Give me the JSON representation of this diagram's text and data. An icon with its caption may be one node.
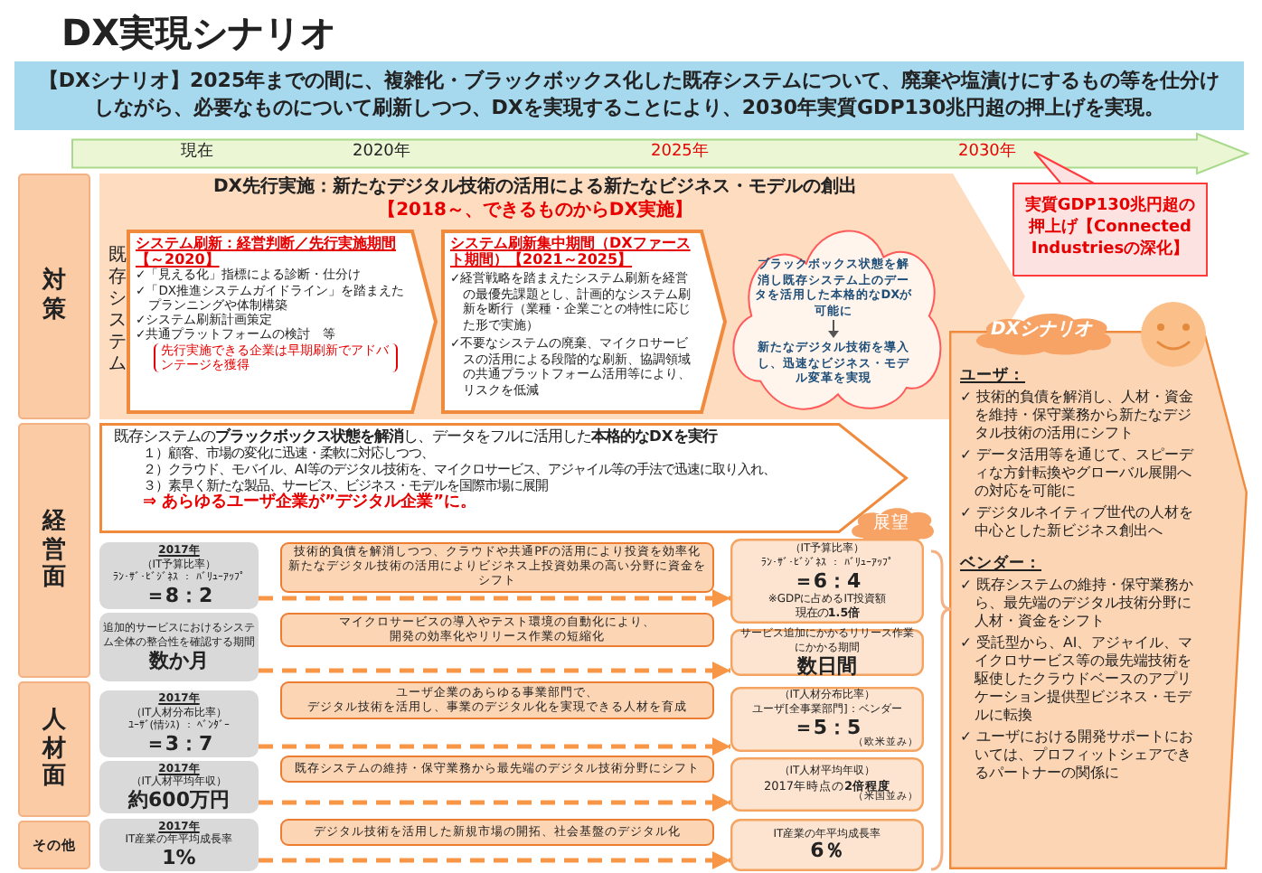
{
  "diagram": {
    "title": "DX実現シナリオ",
    "nodes": [
      {
        "text": [
          "【DXシナリオ】2025年までの間に、**複雑化・ブラックボックス化した既存システム**について、**廃棄や塩漬けにするもの等を仕分けしながら、必要なものについて刷新**しつつ、**DXを実現**することにより、2030年**実質GDP130兆円超の押上げ**を実現。"
        ]
      },
      {
        "text": [
          "現在",
          "2020年",
          "2025年",
          "2030年"
        ]
      },
      {
        "text": [
          "実質GDP130兆円超の押上げ【Connected Industriesの深化】"
        ]
      },
      {
        "text": [
          "対策"
        ]
      },
      {
        "text": [
          "**DX先行実施：新たなデジタル技術の活用**による新たなビジネス・モデルの創出",
          "【2018～、できるものからDX実施】",
          "既存システム"
        ]
      },
      {
        "text": [
          "システム刷新：経営判断／先行実施期間【～2020】",
          "✓「見える化」指標による診断・仕分け",
          "✓「DX推進システムガイドライン」を踏まえたプランニングや体制構築",
          "✓システム刷新計画策定",
          "✓共通プラットフォームの検討　等",
          "先行実施できる企業は早期刷新でアドバンテージを獲得"
        ],
        "in": 4
      },
      {
        "text": [
          "システム刷新集中期間（DXファースト期間）【2021～2025】",
          "✓経営戦略を踏まえたシステム刷新を経営の最優先課題とし、計画的なシステム刷新を断行（業種・企業ごとの特性に応じた形で実施）",
          "✓不要なシステムの廃棄、マイクロサービスの活用による段階的な刷新、協調領域の共通プラットフォーム活用等により、リスクを低減"
        ],
        "in": 4
      },
      {
        "text": [
          "ブラックボックス状態を解消し既存システム上のデータを活用した本格的なDXが可能に",
          "新たなデジタル技術を導入し、迅速なビジネス・モデル変革を実現"
        ],
        "in": 4
      },
      {
        "text": [
          "DXシナリオ"
        ]
      },
      {
        "text": [
          "ユーザ：",
          "✓ 技術的負債を解消し、人材・資金を維持・保守業務から新たなデジタル技術の活用にシフト",
          "✓ データ活用等を通じて、スピーディな方針転換やグローバル展開への対応を可能に",
          "✓ デジタルネイティブ世代の人材を中心とした新ビジネス創出へ",
          "ベンダー：",
          "✓ 既存システムの維持・保守業務から、最先端のデジタル技術分野に人材・資金をシフト",
          "✓ 受託型から、AI、アジャイル、マイクロサービス等の最先端技術を駆使したクラウドベースのアプリケーション提供型ビジネス・モデルに転換",
          "✓ ユーザにおける開発サポートにおいては、プロフィットシェアできるパートナーの関係に"
        ]
      },
      {
        "text": [
          "経営面"
        ]
      },
      {
        "text": [
          "既存システムの**ブラックボックス状態を解消**し、データをフルに活用した**本格的なDXを実行**",
          "１）顧客、市場の変化に迅速・柔軟に対応しつつ、",
          "２）クラウド、モバイル、AI等のデジタル技術を、マイクロサービス、アジャイル等の手法で迅速に取り入れ、",
          "３）素早く新たな製品、サービス、ビジネス・モデルを国際市場に展開",
          "⇒ あらゆるユーザ企業が”デジタル企業”に。"
        ]
      },
      {
        "text": [
          "展望"
        ]
      },
      {
        "text": [
          "2017年",
          "（IT予算比率）",
          "ﾗﾝ･ｻﾞ･ﾋﾞｼﾞﾈｽ ： ﾊﾞﾘｭｰｱｯﾌﾟ",
          "＝8：2"
        ]
      },
      {
        "text": [
          "技術的負債を解消しつつ、クラウドや共通PFの活用により投資を効率化",
          "新たなデジタル技術の活用によりビジネス上投資効果の高い分野に資金をシフト"
        ]
      },
      {
        "text": [
          "（IT予算比率）",
          "ﾗﾝ･ｻﾞ･ﾋﾞｼﾞﾈｽ ： ﾊﾞﾘｭｰｱｯﾌﾟ",
          "＝6：4",
          "※GDPに占めるIT投資額",
          "現在の**1.5倍**"
        ]
      },
      {
        "text": [
          "追加的サービスにおけるシステム全体の整合性を確認する期間",
          "数か月"
        ]
      },
      {
        "text": [
          "マイクロサービスの導入やテスト環境の自動化により、",
          "開発の効率化やリリース作業の短縮化"
        ]
      },
      {
        "text": [
          "サービス追加にかかるリリース作業にかかる期間",
          "数日間"
        ]
      },
      {
        "text": [
          "人材面"
        ]
      },
      {
        "text": [
          "2017年",
          "（IT人材分布比率）",
          "ﾕｰｻﾞ(情ｼｽ) ： ﾍﾞﾝﾀﾞｰ",
          "＝3：7"
        ]
      },
      {
        "text": [
          "ユーザ企業のあらゆる事業部門で、",
          "デジタル技術を活用し、事業のデジタル化を実現できる人材を育成"
        ]
      },
      {
        "text": [
          "（IT人材分布比率）",
          "ユーザ[全事業部門]：ベンダー",
          "＝5：5",
          "（欧米並み）"
        ]
      },
      {
        "text": [
          "2017年",
          "（IT人材平均年収）",
          "約600万円"
        ]
      },
      {
        "text": [
          "既存システムの維持・保守業務から最先端のデジタル技術分野にシフト"
        ]
      },
      {
        "text": [
          "（IT人材平均年収）",
          "2017年時点の**2倍程度**",
          "（米国並み）"
        ]
      },
      {
        "text": [
          "その他"
        ]
      },
      {
        "text": [
          "2017年",
          "IT産業の年平均成長率",
          "1%"
        ]
      },
      {
        "text": [
          "デジタル技術を活用した新規市場の開拓、社会基盤のデジタル化"
        ]
      },
      {
        "text": [
          "IT産業の年平均成長率",
          "6％"
        ]
      }
    ],
    "edges": [
      {
        "from": 13,
        "to": 15,
        "arrow": "to",
        "style": "dashed"
      },
      {
        "from": 16,
        "to": 18,
        "arrow": "to",
        "style": "dashed"
      },
      {
        "from": 20,
        "to": 22,
        "arrow": "to",
        "style": "dashed"
      },
      {
        "from": 23,
        "to": 25,
        "arrow": "to",
        "style": "dashed"
      },
      {
        "from": 27,
        "to": 29,
        "arrow": "to",
        "style": "dashed"
      }
    ]
  }
}
